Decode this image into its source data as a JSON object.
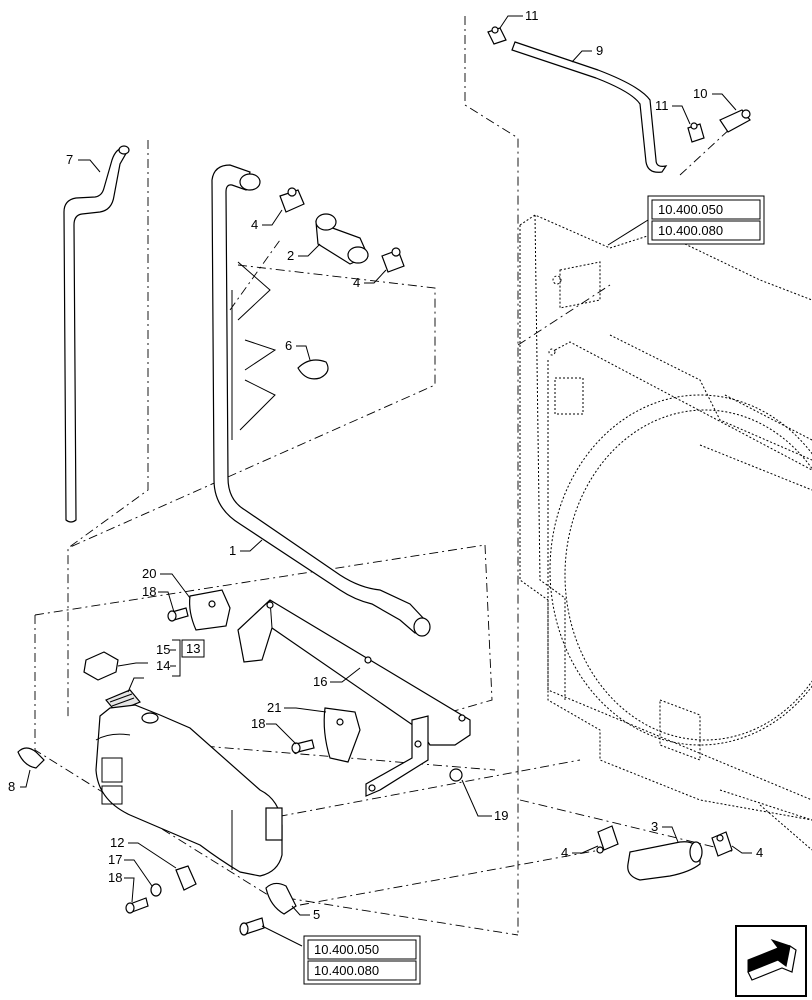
{
  "callouts": {
    "c1": "1",
    "c2": "2",
    "c3": "3",
    "c4a": "4",
    "c4b": "4",
    "c4c": "4",
    "c4d": "4",
    "c5": "5",
    "c6": "6",
    "c7": "7",
    "c8": "8",
    "c9": "9",
    "c10": "10",
    "c11a": "11",
    "c11b": "11",
    "c12": "12",
    "c13": "13",
    "c14": "14",
    "c15": "15",
    "c16": "16",
    "c17": "17",
    "c18a": "18",
    "c18b": "18",
    "c18c": "18",
    "c19": "19",
    "c20": "20",
    "c21": "21"
  },
  "references": {
    "top_ref_1": "10.400.050",
    "top_ref_2": "10.400.080",
    "bottom_ref_1": "10.400.050",
    "bottom_ref_2": "10.400.080"
  },
  "icons": {
    "nav_arrow": "next-page-arrow-icon"
  }
}
